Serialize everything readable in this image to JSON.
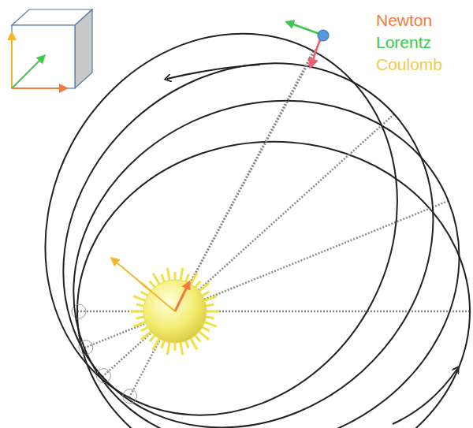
{
  "diagram": {
    "legend": [
      {
        "text": "Newton",
        "color": "#f07c3c"
      },
      {
        "text": "Lorentz",
        "color": "#3cc84c"
      },
      {
        "text": "Coulomb",
        "color": "#f2c94c"
      }
    ]
  }
}
